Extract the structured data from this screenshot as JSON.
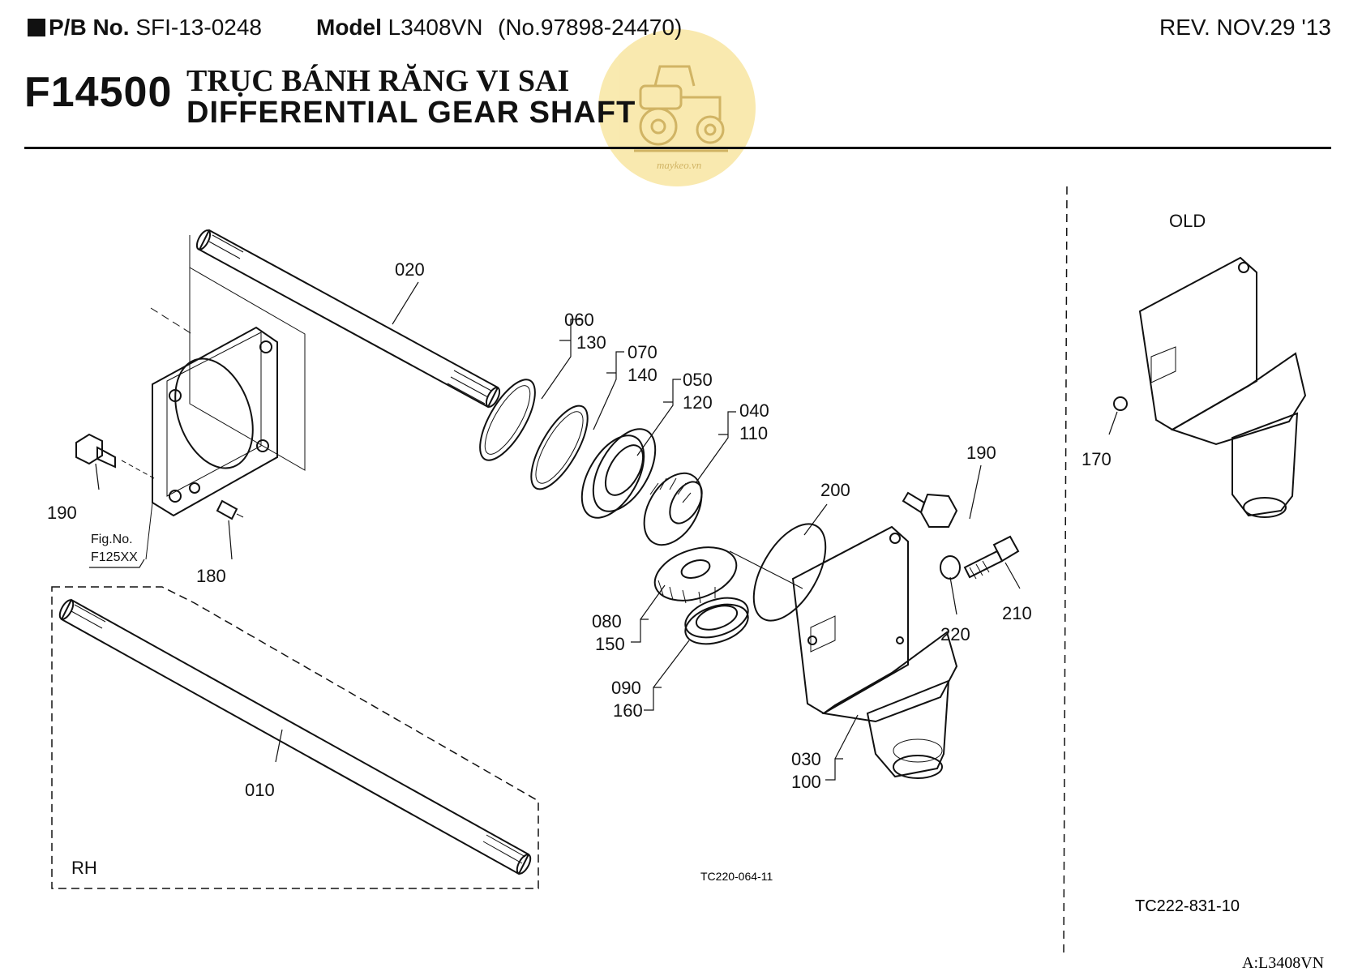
{
  "header": {
    "pb_label": "P/B No.",
    "pb_value": "SFI-13-0248",
    "model_label": "Model",
    "model_value": "L3408VN",
    "model_number": "(No.97898-24470)",
    "revision": "REV. NOV.29 '13"
  },
  "title": {
    "figure_code": "F14500",
    "name_vi": "TRỤC BÁNH RĂNG VI SAI",
    "name_en": "DIFFERENTIAL GEAR SHAFT"
  },
  "watermark": {
    "text": "maykeo.vn",
    "color": "#f8e6a2"
  },
  "callouts": {
    "c020": "020",
    "c060": "060",
    "c130": "130",
    "c070": "070",
    "c140": "140",
    "c050": "050",
    "c120": "120",
    "c040": "040",
    "c110": "110",
    "c190a": "190",
    "c190b": "190",
    "c200": "200",
    "c180": "180",
    "c080": "080",
    "c150": "150",
    "c090": "090",
    "c160": "160",
    "c210": "210",
    "c220": "220",
    "c030": "030",
    "c100": "100",
    "c010": "010",
    "c170": "170"
  },
  "notes": {
    "fig_ref_label": "Fig.No.",
    "fig_ref_value": "F125XX",
    "rh": "RH",
    "old": "OLD",
    "code_main": "TC220-064-11",
    "code_old": "TC222-831-10",
    "footer": "A:L3408VN"
  }
}
